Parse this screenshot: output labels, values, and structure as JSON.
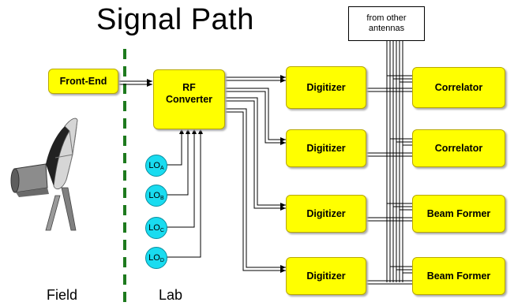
{
  "title": "Signal Path",
  "labels": {
    "field": "Field",
    "lab": "Lab"
  },
  "source": {
    "text_line1": "from other",
    "text_line2": "antennas"
  },
  "front_end": "Front-End",
  "rf_converter": {
    "line1": "RF",
    "line2": "Converter"
  },
  "local_oscillators": [
    {
      "base": "LO",
      "sub": "A"
    },
    {
      "base": "LO",
      "sub": "B"
    },
    {
      "base": "LO",
      "sub": "C"
    },
    {
      "base": "LO",
      "sub": "D"
    }
  ],
  "digitizers": [
    "Digitizer",
    "Digitizer",
    "Digitizer",
    "Digitizer"
  ],
  "processors": [
    "Correlator",
    "Correlator",
    "Beam Former",
    "Beam Former"
  ],
  "colors": {
    "box_fill": "#ffff00",
    "lo_fill": "#19dcf0",
    "divider": "#1e7a1e"
  },
  "icons": {
    "antenna": "radio-dish-icon"
  }
}
